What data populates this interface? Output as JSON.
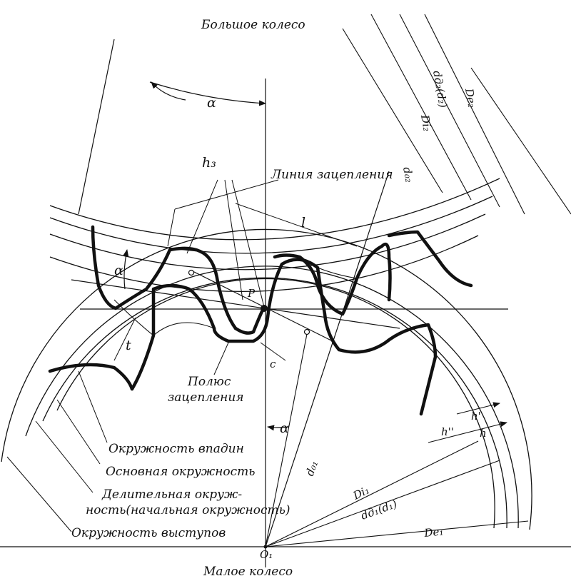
{
  "texts": {
    "large_wheel": "Большое колесо",
    "small_wheel": "Малое колесо",
    "line_of_action": "Линия зацепления",
    "pitch_point_1": "Полюс",
    "pitch_point_2": "зацепления",
    "root_circle": "Окружность впадин",
    "base_circle": "Основная окружность",
    "pitch_circle_1": "Делительная окруж-",
    "pitch_circle_2": "ность(начальная окружность)",
    "tip_circle": "Окружность выступов",
    "alpha": "α",
    "hz": "h₃",
    "l": "l",
    "P": "P",
    "t": "t",
    "c": "c",
    "h_dd": "h''",
    "h_d": "h'",
    "h": "h",
    "O1": "O₁",
    "De2": "De₂",
    "dd2": "dд₂(d₂)",
    "Di2": "Di₂",
    "do2": "d₀₂",
    "do1": "d₀₁",
    "Di1": "Di₁",
    "dd1": "dд₁(d₁)",
    "De1": "De₁"
  },
  "colors": {
    "ink": "#111111",
    "paper": "#ffffff"
  }
}
